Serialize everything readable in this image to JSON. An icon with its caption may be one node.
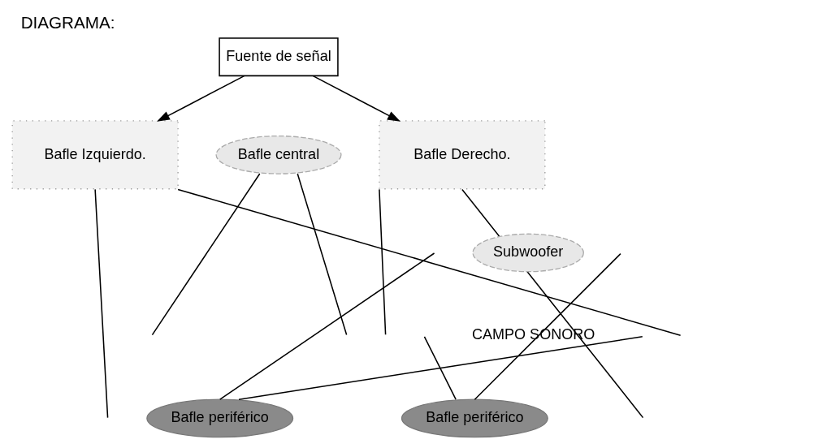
{
  "diagram": {
    "title": "DIAGRAMA:",
    "nodes": [
      {
        "text": [
          "Fuente de señal"
        ]
      },
      {
        "text": [
          "Bafle Izquierdo."
        ]
      },
      {
        "text": [
          "Bafle central"
        ]
      },
      {
        "text": [
          "Bafle Derecho."
        ]
      },
      {
        "text": [
          "Subwoofer"
        ]
      },
      {
        "text": [
          "Bafle periférico"
        ]
      },
      {
        "text": [
          "Bafle periférico"
        ]
      }
    ],
    "edges": [
      {
        "from": 0,
        "to": 1,
        "arrow": "to"
      },
      {
        "from": 0,
        "to": 3,
        "arrow": "to"
      },
      {
        "from": 1,
        "to": null,
        "arrow": "none"
      },
      {
        "from": 1,
        "to": null,
        "arrow": "none"
      },
      {
        "from": 2,
        "to": null,
        "arrow": "none"
      },
      {
        "from": 2,
        "to": null,
        "arrow": "none"
      },
      {
        "from": 3,
        "to": null,
        "arrow": "none"
      },
      {
        "from": 3,
        "to": null,
        "arrow": "none"
      },
      {
        "from": 5,
        "to": null,
        "arrow": "none"
      },
      {
        "from": 5,
        "to": null,
        "arrow": "none"
      },
      {
        "from": 6,
        "to": null,
        "arrow": "none"
      },
      {
        "from": 6,
        "to": null,
        "arrow": "none"
      }
    ],
    "labels": [
      "CAMPO SONORO"
    ]
  }
}
